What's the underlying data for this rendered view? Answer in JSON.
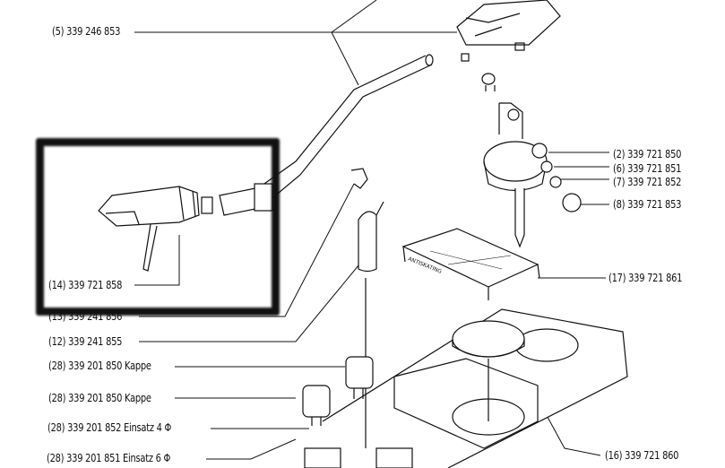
{
  "labels": {
    "p5": "(5) 339 246 853",
    "p2": "(2) 339 721 850",
    "p6": "(6) 339 721 851",
    "p7": "(7) 339 721 852",
    "p8": "(8) 339 721 853",
    "p17": "(17) 339 721 861",
    "p14": "(14) 339 721 858",
    "p13": "(13) 339 241 856",
    "p12": "(12) 339 241 855",
    "p28a": "(28) 339 201 850  Kappe",
    "p28b": "(28) 339 201 850  Kappe",
    "p28c": "(28) 339 201 852  Einsatz  4 Φ",
    "p28d": "(28) 339 201 851  Einsatz  6 Φ",
    "p16": "(16) 339 721 860"
  },
  "platform_text": "ANTISKATING",
  "colors": {
    "ink": "#111111",
    "highlight_frame": "#111111"
  }
}
